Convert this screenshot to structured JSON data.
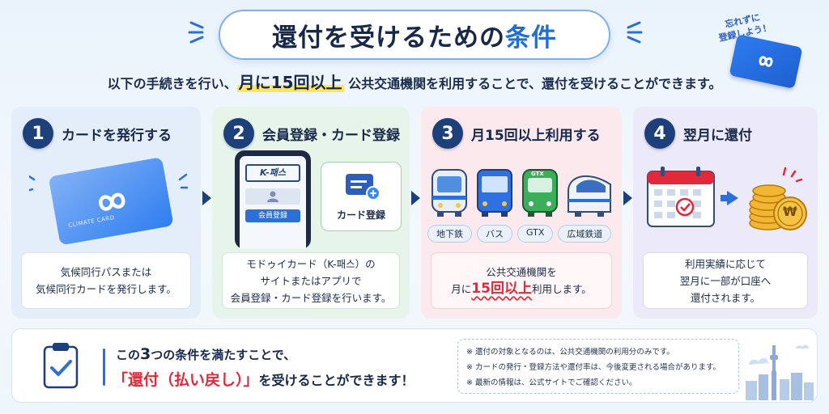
{
  "header": {
    "title_part1": "還付を受けるための",
    "title_part2": "条件",
    "subtitle_pre": "以下の手続きを行い、",
    "subtitle_highlight": "月に15回以上",
    "subtitle_post": "公共交通機関を利用することで、還付を受けることができます。"
  },
  "sticker": {
    "line1": "忘れずに",
    "line2": "登録しよう！"
  },
  "colors": {
    "accent": "#1f6fd6",
    "navy": "#1d3f7a",
    "red": "#e2283b",
    "highlight": "#ffe45c"
  },
  "steps": [
    {
      "num": "1",
      "title": "カードを発行する",
      "card_label": "CLIMATE CARD",
      "desc_line1": "気候同行パスまたは",
      "desc_line2": "気候同行カードを発行します。"
    },
    {
      "num": "2",
      "title": "会員登録・カード登録",
      "app_logo": "K-패스",
      "phone_button": "会員登録",
      "register_box": "カード登録",
      "desc_line1": "モドゥイカード（K-패스）の",
      "desc_line2": "サイトまたはアプリで",
      "desc_line3": "会員登録・カード登録を行います。"
    },
    {
      "num": "3",
      "title": "月15回以上利用する",
      "vehicles": [
        "地下鉄",
        "バス",
        "GTX",
        "広域鉄道"
      ],
      "gtx_sign": "GTX",
      "desc_line1": "公共交通機関を",
      "desc_pre": "月に",
      "desc_red": "15回以上",
      "desc_post": "利用します。"
    },
    {
      "num": "4",
      "title": "翌月に還付",
      "coin_symbol": "₩",
      "desc_line1": "利用実績に応じて",
      "desc_line2": "翌月に一部が口座へ",
      "desc_line3": "還付されます。"
    }
  ],
  "bottom": {
    "line1_pre": "この",
    "line1_num": "3",
    "line1_post": "つの条件を満たすことで、",
    "line2_red": "「還付（払い戻し）」",
    "line2_post": "を受けることができます！",
    "notes": [
      "※ 還付の対象となるのは、公共交通機関の利用分のみです。",
      "※ カードの発行・登録方法や還付率は、今後変更される場合があります。",
      "※ 最新の情報は、公式サイトでご確認ください。"
    ]
  }
}
